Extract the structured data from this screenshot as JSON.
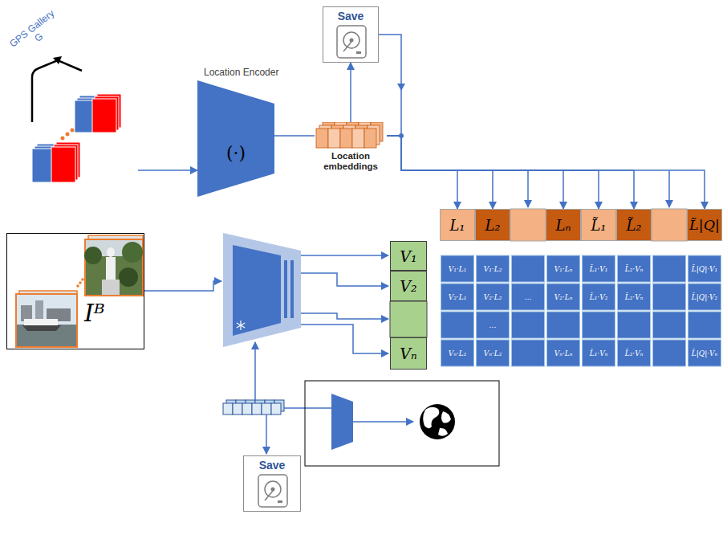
{
  "diagram": {
    "nodes": [
      {
        "text": [
          "GPS Gallery G"
        ]
      },
      {
        "text": [
          "Save"
        ]
      },
      {
        "text": [
          "Location Encoder",
          "(·)"
        ]
      },
      {
        "text": [
          "Location embeddings"
        ]
      },
      {
        "text": [
          "L₁"
        ]
      },
      {
        "text": [
          "L₂"
        ]
      },
      {
        "text": [
          "Lₙ"
        ]
      },
      {
        "text": [
          "L̃₁"
        ]
      },
      {
        "text": [
          "L̃₂"
        ]
      },
      {
        "text": [
          "L̃|Q|"
        ]
      },
      {
        "text": [
          "Iᴮ"
        ]
      },
      {
        "text": [
          "V₁"
        ]
      },
      {
        "text": [
          "V₂"
        ]
      },
      {
        "text": [
          "Vₙ"
        ]
      },
      {
        "text": [
          "Save"
        ]
      }
    ],
    "edges": [
      {
        "from": 0,
        "to": 2,
        "arrow": "to"
      },
      {
        "from": 2,
        "to": 3,
        "arrow": "none"
      },
      {
        "from": 3,
        "to": 1,
        "arrow": "to"
      },
      {
        "from": 3,
        "to": 4,
        "arrow": "to"
      },
      {
        "from": 3,
        "to": 5,
        "arrow": "to"
      },
      {
        "from": 3,
        "to": 6,
        "arrow": "to"
      },
      {
        "from": 3,
        "to": 7,
        "arrow": "to"
      },
      {
        "from": 3,
        "to": 8,
        "arrow": "to"
      },
      {
        "from": 3,
        "to": 9,
        "arrow": "to"
      }
    ],
    "labels": [
      "V₁·L₁",
      "V₁·L₂",
      "V₁·Lₙ",
      "L̃₁·V₁",
      "L̃₂·Vₙ",
      "L̃|Q|·V₁",
      "V₂·L₁",
      "V₂·L₂",
      "…",
      "V₂·Lₙ",
      "L̃₁·V₂",
      "L̃₂·Vₙ",
      "L̃|Q|·V₂",
      "…",
      "Vₙ·L₁",
      "Vₙ·L₂",
      "Vₙ·Lₙ",
      "L̃₁·Vₙ",
      "L̃₂·Vₙ",
      "L̃|Q|·Vₙ"
    ]
  }
}
